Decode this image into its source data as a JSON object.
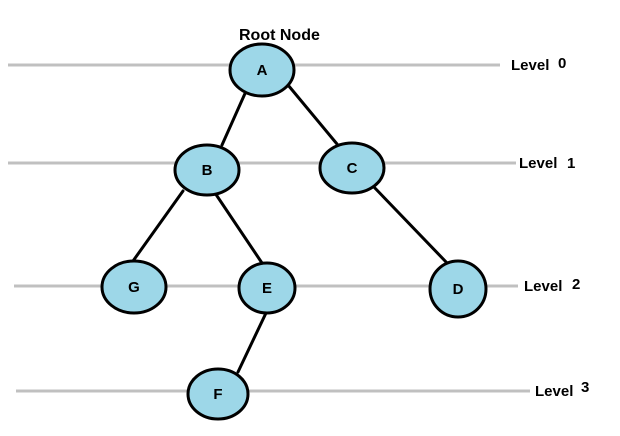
{
  "root_label": "Root Node",
  "levels": [
    {
      "label_text": "Level",
      "label_num": "0"
    },
    {
      "label_text": "Level",
      "label_num": "1"
    },
    {
      "label_text": "Level",
      "label_num": "2"
    },
    {
      "label_text": "Level",
      "label_num": "3"
    }
  ],
  "nodes": [
    {
      "id": "A",
      "label": "A",
      "level": 0
    },
    {
      "id": "B",
      "label": "B",
      "level": 1
    },
    {
      "id": "C",
      "label": "C",
      "level": 1
    },
    {
      "id": "G",
      "label": "G",
      "level": 2
    },
    {
      "id": "E",
      "label": "E",
      "level": 2
    },
    {
      "id": "D",
      "label": "D",
      "level": 2
    },
    {
      "id": "F",
      "label": "F",
      "level": 3
    }
  ],
  "edges": [
    {
      "from": "A",
      "to": "B"
    },
    {
      "from": "A",
      "to": "C"
    },
    {
      "from": "B",
      "to": "G"
    },
    {
      "from": "B",
      "to": "E"
    },
    {
      "from": "C",
      "to": "D"
    },
    {
      "from": "E",
      "to": "F"
    }
  ],
  "colors": {
    "node_fill": "#9dd7e8",
    "node_stroke": "#000000",
    "level_line": "#c0c0c0",
    "edge": "#000000"
  }
}
